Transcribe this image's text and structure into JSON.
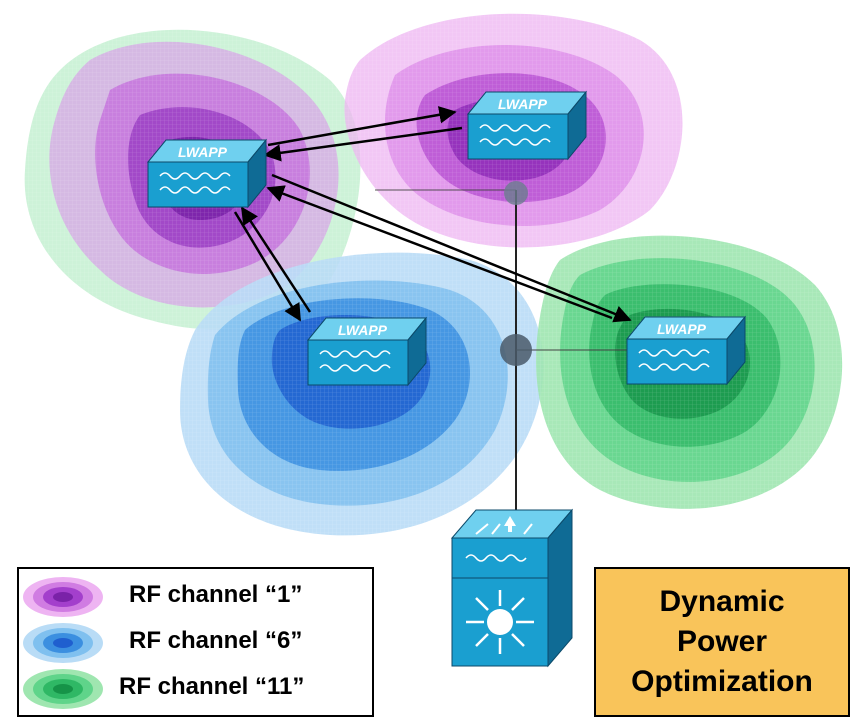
{
  "colors": {
    "channel_1": "#b23fd0",
    "channel_6": "#2f7de1",
    "channel_11": "#2fbf6a",
    "ap_body": "#1a9fd0",
    "callout_fill": "#f9c45a"
  },
  "access_points": [
    {
      "id": "ap-top-left",
      "label": "LWAPP",
      "channel": "channel_1"
    },
    {
      "id": "ap-top-right",
      "label": "LWAPP",
      "channel": "channel_1"
    },
    {
      "id": "ap-bottom-left",
      "label": "LWAPP",
      "channel": "channel_6"
    },
    {
      "id": "ap-right",
      "label": "LWAPP",
      "channel": "channel_11"
    }
  ],
  "controller": {
    "icon": "wlan-controller-icon"
  },
  "legend": [
    {
      "label": "RF channel “1”",
      "color_key": "channel_1"
    },
    {
      "label": "RF channel “6”",
      "color_key": "channel_6"
    },
    {
      "label": "RF channel “11”",
      "color_key": "channel_11"
    }
  ],
  "callout": {
    "lines": [
      "Dynamic",
      "Power",
      "Optimization"
    ]
  }
}
